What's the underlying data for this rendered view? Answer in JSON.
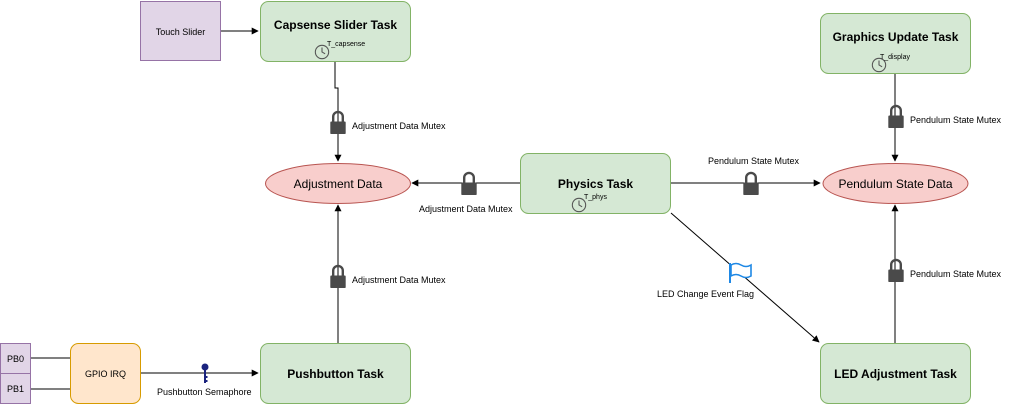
{
  "colors": {
    "task_fill": "#d5e8d4",
    "task_stroke": "#82b366",
    "data_fill": "#f8cecc",
    "data_stroke": "#b85450",
    "input_fill": "#e1d5e7",
    "input_stroke": "#9673a6",
    "irq_fill": "#ffe6cc",
    "irq_stroke": "#d79b00",
    "lock": "#4a4a4a",
    "key": "#1a237e",
    "flag": "#1e88e5"
  },
  "tasks": {
    "capsense": {
      "title": "Capsense Slider Task",
      "timer": "T_capsense"
    },
    "graphics": {
      "title": "Graphics Update Task",
      "timer": "T_display"
    },
    "physics": {
      "title": "Physics Task",
      "timer": "T_phys"
    },
    "pushbutton": {
      "title": "Pushbutton Task"
    },
    "led": {
      "title": "LED Adjustment Task"
    }
  },
  "data_stores": {
    "adjustment": "Adjustment Data",
    "pendulum": "Pendulum State Data"
  },
  "inputs": {
    "touch_slider": "Touch Slider",
    "pb0": "PB0",
    "pb1": "PB1",
    "gpio_irq": "GPIO IRQ"
  },
  "sync": {
    "capsense_mutex": "Adjustment Data Mutex",
    "physics_adj_mutex": "Adjustment Data Mutex",
    "pushbutton_mutex": "Adjustment Data Mutex",
    "graphics_mutex": "Pendulum State Mutex",
    "physics_pend_mutex": "Pendulum State Mutex",
    "led_mutex": "Pendulum State Mutex",
    "semaphore": "Pushbutton Semaphore",
    "event_flag": "LED Change Event Flag"
  }
}
